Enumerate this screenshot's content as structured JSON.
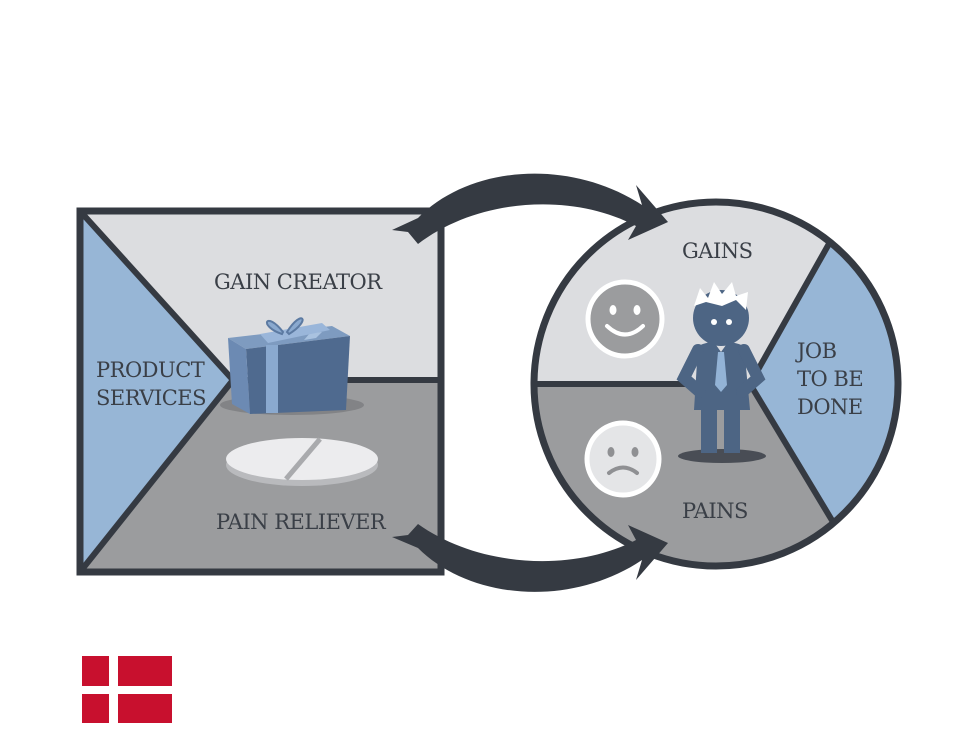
{
  "diagram": {
    "canvas": {
      "gain_creator_label": "GAIN CREATOR",
      "product_services_lines": [
        "PRODUCT",
        "SERVICES"
      ],
      "pain_reliever_label": "PAIN RELIEVER"
    },
    "customer_profile": {
      "gains_label": "GAINS",
      "pains_label": "PAINS",
      "job_lines": [
        "JOB",
        "TO BE",
        "DONE"
      ]
    },
    "colors": {
      "outline": "#353a42",
      "light_gray": "#dcdde0",
      "mid_gray": "#9b9c9e",
      "light_blue": "#97b6d6",
      "figure_blue": "#4d6584",
      "flag_red": "#c8102e"
    },
    "icons": [
      "gift-box-icon",
      "pill-icon",
      "smiley-happy-icon",
      "smiley-sad-icon",
      "person-icon",
      "cycle-arrow-icon",
      "danish-flag-icon"
    ]
  }
}
